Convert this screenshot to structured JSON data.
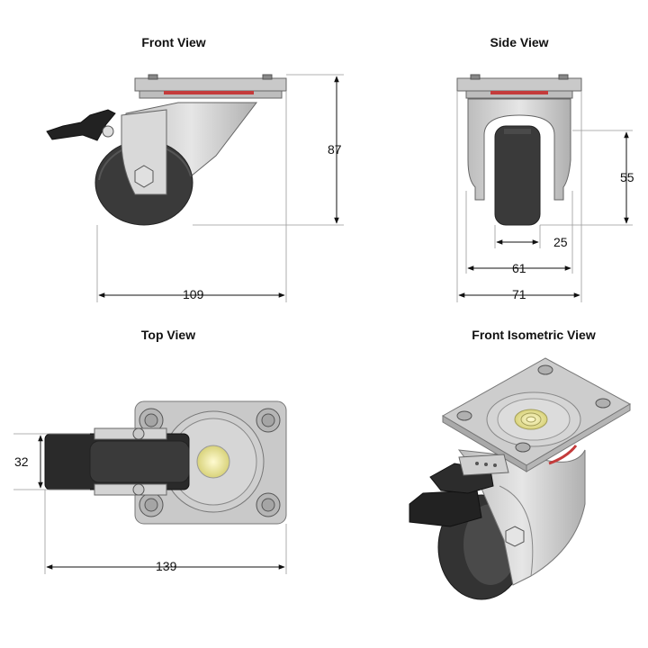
{
  "titles": {
    "front": "Front View",
    "side": "Side View",
    "top": "Top View",
    "iso": "Front Isometric View"
  },
  "dimensions": {
    "front_height": "87",
    "front_width": "109",
    "side_height": "55",
    "side_wheel_width": "25",
    "side_inner_width": "61",
    "side_total_width": "71",
    "top_wheel_width": "32",
    "top_total_length": "139"
  },
  "colors": {
    "plate": "#c9c9c9",
    "plate_edge": "#8a8a8a",
    "fork": "#d8d8d8",
    "wheel": "#3a3a3a",
    "brake": "#222222",
    "accent_red": "#c43b3b",
    "brass": "#e3df8f"
  }
}
